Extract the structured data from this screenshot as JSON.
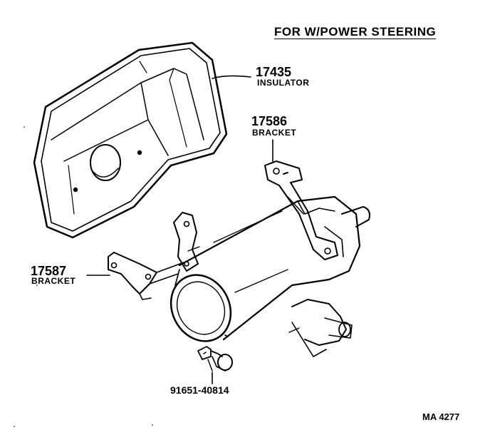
{
  "header": {
    "title": "FOR W/POWER STEERING"
  },
  "callouts": [
    {
      "id": "insulator",
      "part_no": "17435",
      "name": "INSULATOR"
    },
    {
      "id": "bracket-upper",
      "part_no": "17586",
      "name": "BRACKET"
    },
    {
      "id": "bracket-lower",
      "part_no": "17587",
      "name": "BRACKET"
    },
    {
      "id": "bolt",
      "part_no": "91651-40814",
      "name": ""
    }
  ],
  "footer": {
    "code": "MA 4277"
  }
}
